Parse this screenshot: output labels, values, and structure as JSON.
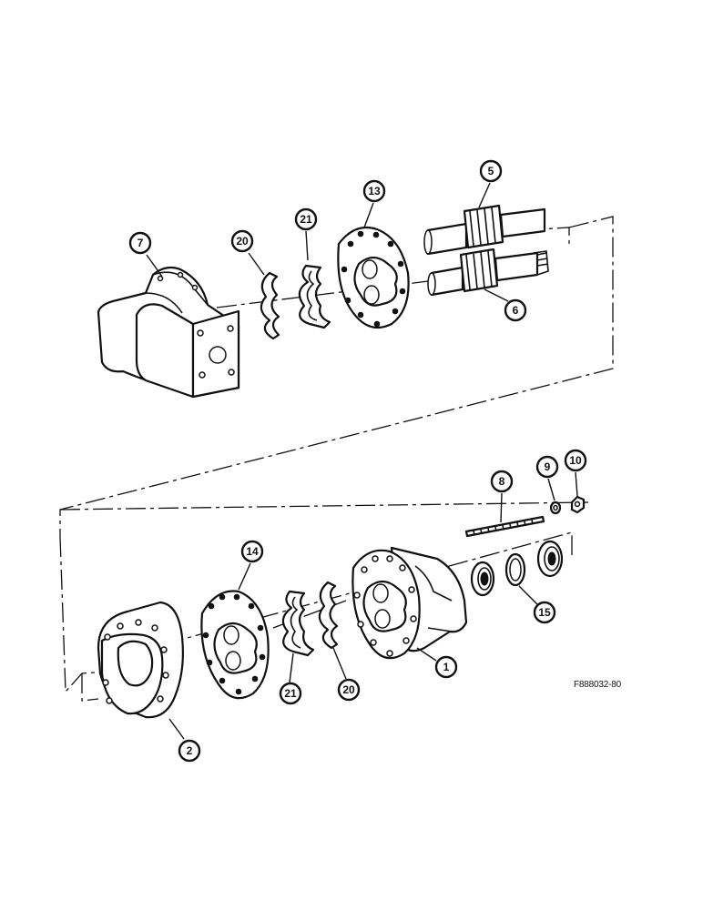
{
  "figure_code": "F888032-80",
  "callouts": {
    "c1": "1",
    "c2": "2",
    "c5": "5",
    "c6": "6",
    "c7": "7",
    "c8": "8",
    "c9": "9",
    "c10": "10",
    "c13": "13",
    "c14": "14",
    "c15": "15",
    "c20a": "20",
    "c20b": "20",
    "c21a": "21",
    "c21b": "21"
  }
}
